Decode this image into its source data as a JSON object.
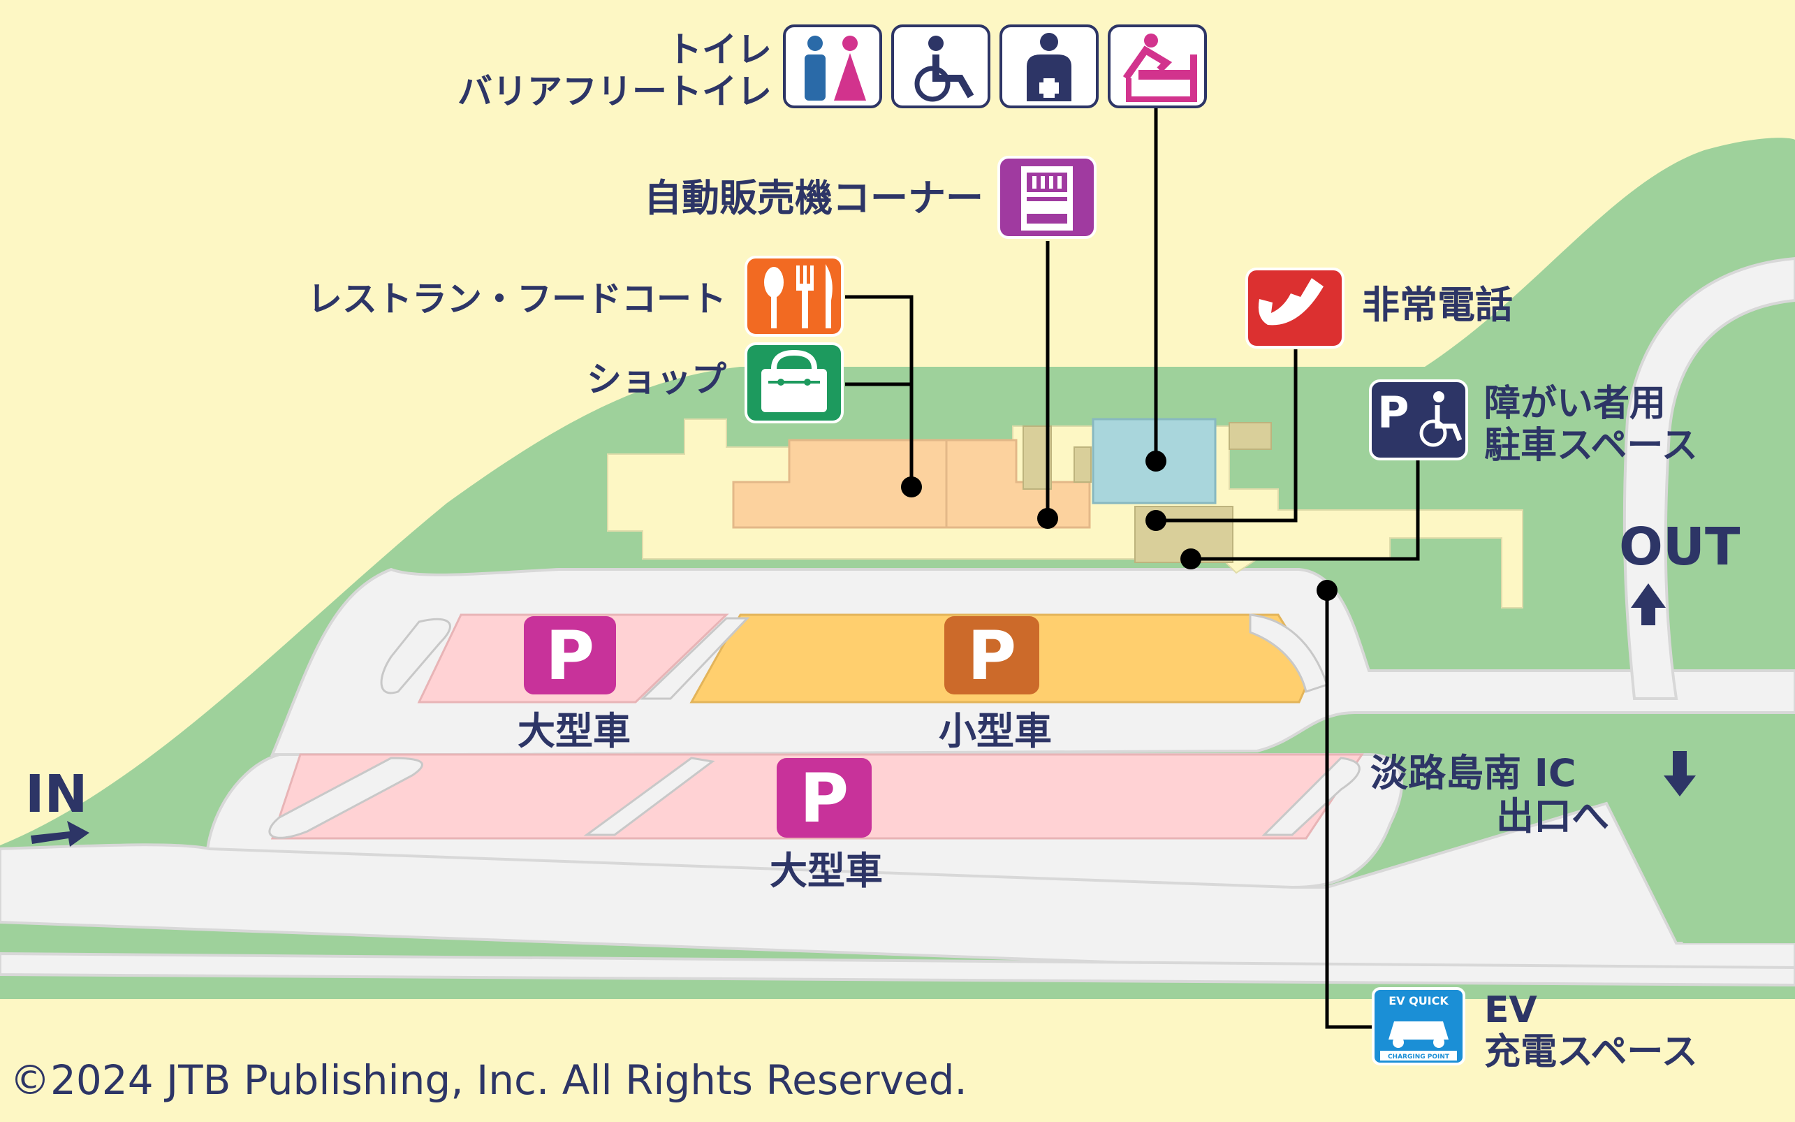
{
  "legend": {
    "toilet_line1": "トイレ",
    "toilet_line2": "バリアフリートイレ",
    "vending": "自動販売機コーナー",
    "restaurant": "レストラン・フードコート",
    "shop": "ショップ",
    "emergency_phone": "非常電話",
    "accessible_parking_line1": "障がい者用",
    "accessible_parking_line2": "駐車スペース",
    "ev_line1": "EV",
    "ev_line2": "充電スペース",
    "ev_badge_top": "EV QUICK",
    "ev_badge_bottom": "CHARGING POINT"
  },
  "parking": {
    "letter": "P",
    "large_upper": "大型車",
    "small": "小型車",
    "large_lower": "大型車"
  },
  "directions": {
    "in": "IN",
    "out": "OUT",
    "exit_line1": "淡路島南 IC",
    "exit_line2": "出口へ"
  },
  "copyright": "©2024 JTB Publishing, Inc. All Rights Reserved.",
  "colors": {
    "background": "#fdf7c4",
    "grass": "#9ed19b",
    "road": "#f2f2f2",
    "large_vehicle_zone": "#ffd2d4",
    "small_vehicle_zone": "#ffcf6e",
    "building_food": "#fcd29e",
    "building_toilet": "#a9d6dc",
    "text": "#2d3566",
    "p_large": "#c8329a",
    "p_small": "#cc6a2a"
  }
}
